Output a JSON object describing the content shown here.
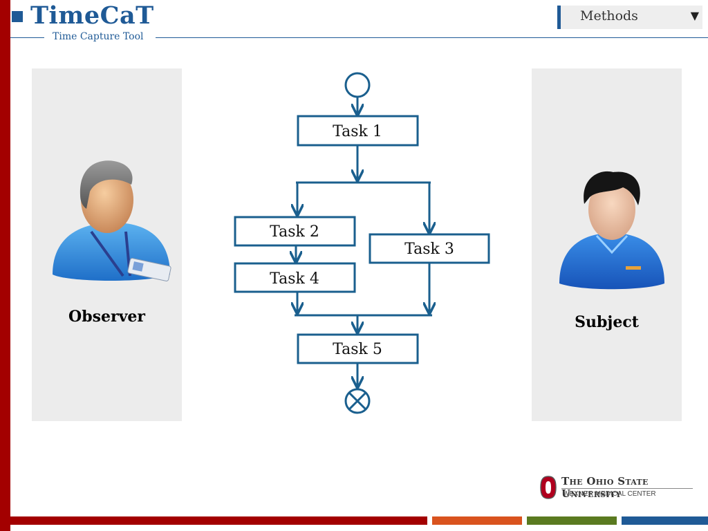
{
  "header": {
    "title": "TimeCaT",
    "subtitle": "Time Capture Tool",
    "dropdown": {
      "selected": "Methods"
    }
  },
  "panels": {
    "observer": {
      "label": "Observer"
    },
    "subject": {
      "label": "Subject"
    }
  },
  "flow": {
    "tasks": {
      "task1": "Task 1",
      "task2": "Task 2",
      "task3": "Task 3",
      "task4": "Task 4",
      "task5": "Task 5"
    }
  },
  "footer": {
    "university": "The Ohio State University",
    "center": "WEXNER MEDICAL CENTER"
  },
  "colors": {
    "accent_red": "#a30000",
    "title_blue": "#1f5a96",
    "flow_blue": "#1a5f8e",
    "panel_gray": "#ececec",
    "bar_orange": "#d9531e",
    "bar_green": "#5a7a20",
    "bar_blue": "#1f5a96"
  }
}
